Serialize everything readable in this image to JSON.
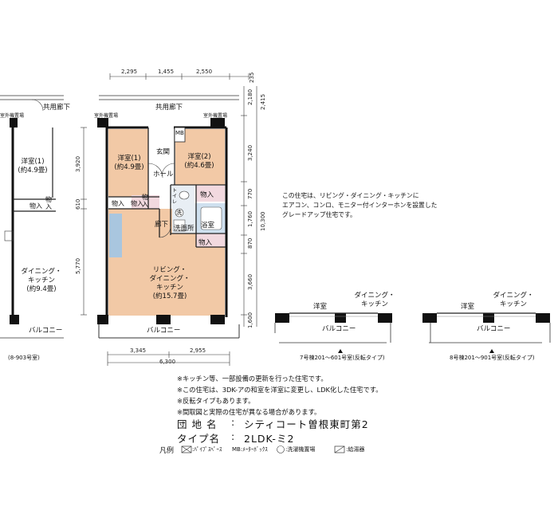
{
  "plan_top": {
    "dims": [
      "2,295",
      "1,455",
      "2,550",
      "235"
    ],
    "corridor": "共用廊下",
    "outdoor_unit_left": "室外機置場",
    "outdoor_unit_right": "室外機置場",
    "mb": "MB",
    "genkan": "玄関",
    "room1": "洋室(1)",
    "room1_size": "(約4.9畳)",
    "room2": "洋室(2)",
    "room2_size": "(約4.6畳)",
    "hall": "ホール",
    "storage": "物入",
    "toilet": "トイレ",
    "washer": "洗",
    "hallway": "廊下",
    "washroom": "洗面所",
    "bath": "浴室",
    "ldk_lines": [
      "リビング・",
      "ダイニング・",
      "キッチン"
    ],
    "ldk_size": "(約15.7畳)",
    "balcony": "バルコニー",
    "dims_right": [
      "2,180",
      "2,415",
      "3,240",
      "770",
      "1,760",
      "870",
      "3,660",
      "1,600",
      "10,300"
    ],
    "dims_left": [
      "3,920",
      "610",
      "5,770"
    ],
    "dims_bottom": [
      "3,345",
      "2,955",
      "6,300"
    ]
  },
  "plan_left": {
    "corridor": "共用廊下",
    "outdoor_unit": "室外機置場",
    "room1": "洋室(1)",
    "room1_size": "(約4.9畳)",
    "storage": "物入",
    "dk_lines": [
      "ダイニング・",
      "キッチン"
    ],
    "dk_size": "(約9.4畳)",
    "balcony": "バルコニー",
    "caption": "(8-903号室)"
  },
  "description": [
    "この住宅は、リビング・ダイニング・キッチンに",
    "エアコン、コンロ、モニター付インターホンを設置した",
    "グレードアップ住宅です。"
  ],
  "variant1": {
    "western": "洋室",
    "dk_lines": [
      "ダイニング・",
      "キッチン"
    ],
    "balcony": "バルコニー",
    "caption": "7号棟201～601号室(反転タイプ)"
  },
  "variant2": {
    "western": "洋室",
    "dk_lines": [
      "ダイニング・",
      "キッチン"
    ],
    "balcony": "バルコニー",
    "caption": "8号棟201～901号室(反転タイプ)"
  },
  "notes": [
    "※キッチン等、一部設備の更新を行った住宅です。",
    "※この住宅は、3DK-アの和室を洋室に変更し、LDK化した住宅です。",
    "※反転タイプもあります。",
    "※間取図と実際の住宅が異なる場合があります。"
  ],
  "info": {
    "complex_label": "団 地 名",
    "complex_sep": ":",
    "complex_value": "シティコート曽根東町第2",
    "type_label": "タイプ名",
    "type_sep": ":",
    "type_value": "2LDK-ミ2"
  },
  "legend": {
    "title": "凡例",
    "pipe": ":ﾊﾟｲﾌﾟｽﾍﾟｰｽ",
    "mb": "MB:ﾒｰﾀｰﾎﾞｯｸｽ",
    "washer": ":洗濯機置場",
    "heater": ":給湯器"
  },
  "colors": {
    "floor": "#f2c9a6",
    "wet": "#cfe0ef",
    "kitchen": "#a9c6df",
    "storage_pink": "#f2d9df",
    "wall": "#111111"
  }
}
